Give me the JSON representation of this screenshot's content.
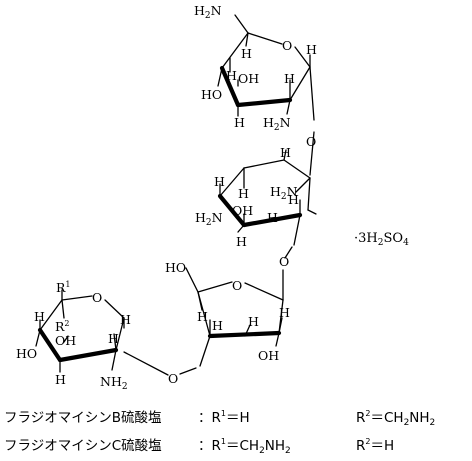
{
  "structure": {
    "ring_a": {
      "nh2_top": "H2N",
      "ring_o": "O",
      "h_labels": [
        "H",
        "H",
        "H",
        "H",
        "H"
      ],
      "oh": "OH",
      "ho": "HO",
      "nh2_bottom": "H2N"
    },
    "glycosidic_o_1": "O",
    "ring_b": {
      "h_labels": [
        "H",
        "H",
        "H",
        "H",
        "H",
        "H"
      ],
      "nh2_right": "NH2",
      "nh2_left": "H2N",
      "oh": "OH"
    },
    "glycosidic_o_2": "O",
    "ring_c": {
      "ho": "HO",
      "ring_o": "O",
      "h_labels": [
        "H",
        "H",
        "H",
        "H"
      ],
      "oh": "OH"
    },
    "glycosidic_o_3": "O",
    "ring_d": {
      "r1": "R1",
      "r2": "R2",
      "ring_o": "O",
      "h_labels": [
        "H",
        "H",
        "H",
        "H"
      ],
      "oh": "OH",
      "ho": "HO",
      "nh2": "NH2"
    },
    "salt": "·3H2SO4"
  },
  "captions": [
    {
      "name": "フラジオマイシンB硫酸塩",
      "r1_part": "：R1＝H",
      "r2_part": "R2＝CH2NH2"
    },
    {
      "name": "フラジオマイシンC硫酸塩",
      "r1_part": "：R1＝CH2NH2",
      "r2_part": "R2＝H"
    }
  ]
}
